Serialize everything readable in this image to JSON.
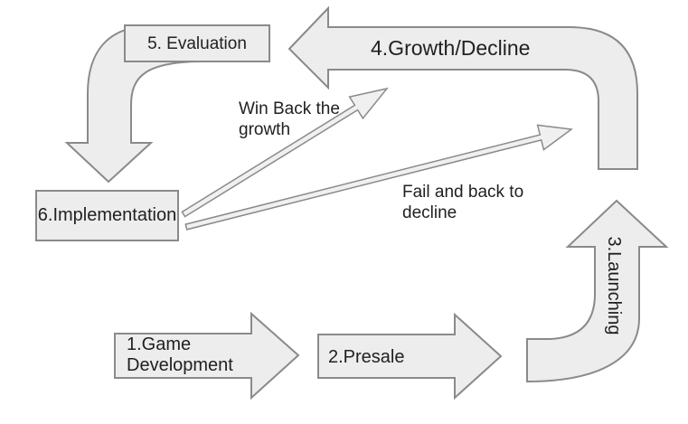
{
  "diagram": {
    "title": "game lifecycle flow diagram",
    "colors": {
      "background": "#ffffff",
      "shape_fill": "#ededed",
      "shape_stroke": "#8a8a8a",
      "text": "#212121"
    },
    "nodes": {
      "game_development": {
        "label": "1.Game Development"
      },
      "presale": {
        "label": "2.Presale"
      },
      "launching": {
        "label": "3.Launching"
      },
      "growth_decline": {
        "label": "4.Growth/Decline"
      },
      "evaluation": {
        "label": "5. Evaluation"
      },
      "implementation": {
        "label": "6.Implementation"
      }
    },
    "annotations": {
      "win_back": {
        "label": "Win Back the growth"
      },
      "fail_back": {
        "label": "Fail and back to decline"
      }
    }
  }
}
